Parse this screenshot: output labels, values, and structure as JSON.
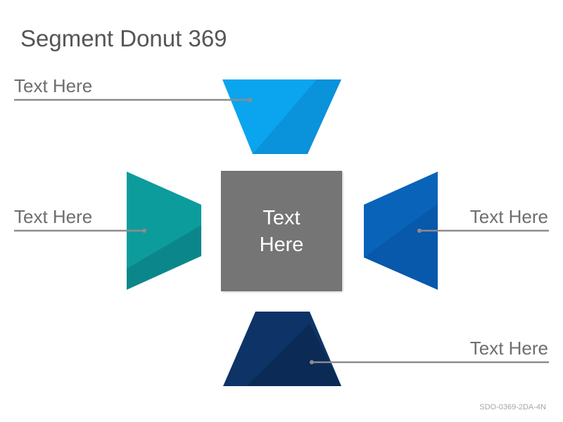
{
  "title": "Segment Donut 369",
  "center": {
    "text": "Text Here"
  },
  "segments": [
    {
      "id": "top",
      "label": "Text Here",
      "color": "#0aa5ee",
      "shade": "#0b84cc"
    },
    {
      "id": "left",
      "label": "Text Here",
      "color": "#0d9c9c",
      "shade": "#0c7f85"
    },
    {
      "id": "right",
      "label": "Text Here",
      "color": "#0963b9",
      "shade": "#0852a2"
    },
    {
      "id": "bottom",
      "label": "Text Here",
      "color": "#0e3366",
      "shade": "#0a2650"
    }
  ],
  "footer": {
    "code": "SDO-0369-2DA-4N"
  },
  "colors": {
    "connector": "#8c8c8c",
    "center": "#757575"
  }
}
